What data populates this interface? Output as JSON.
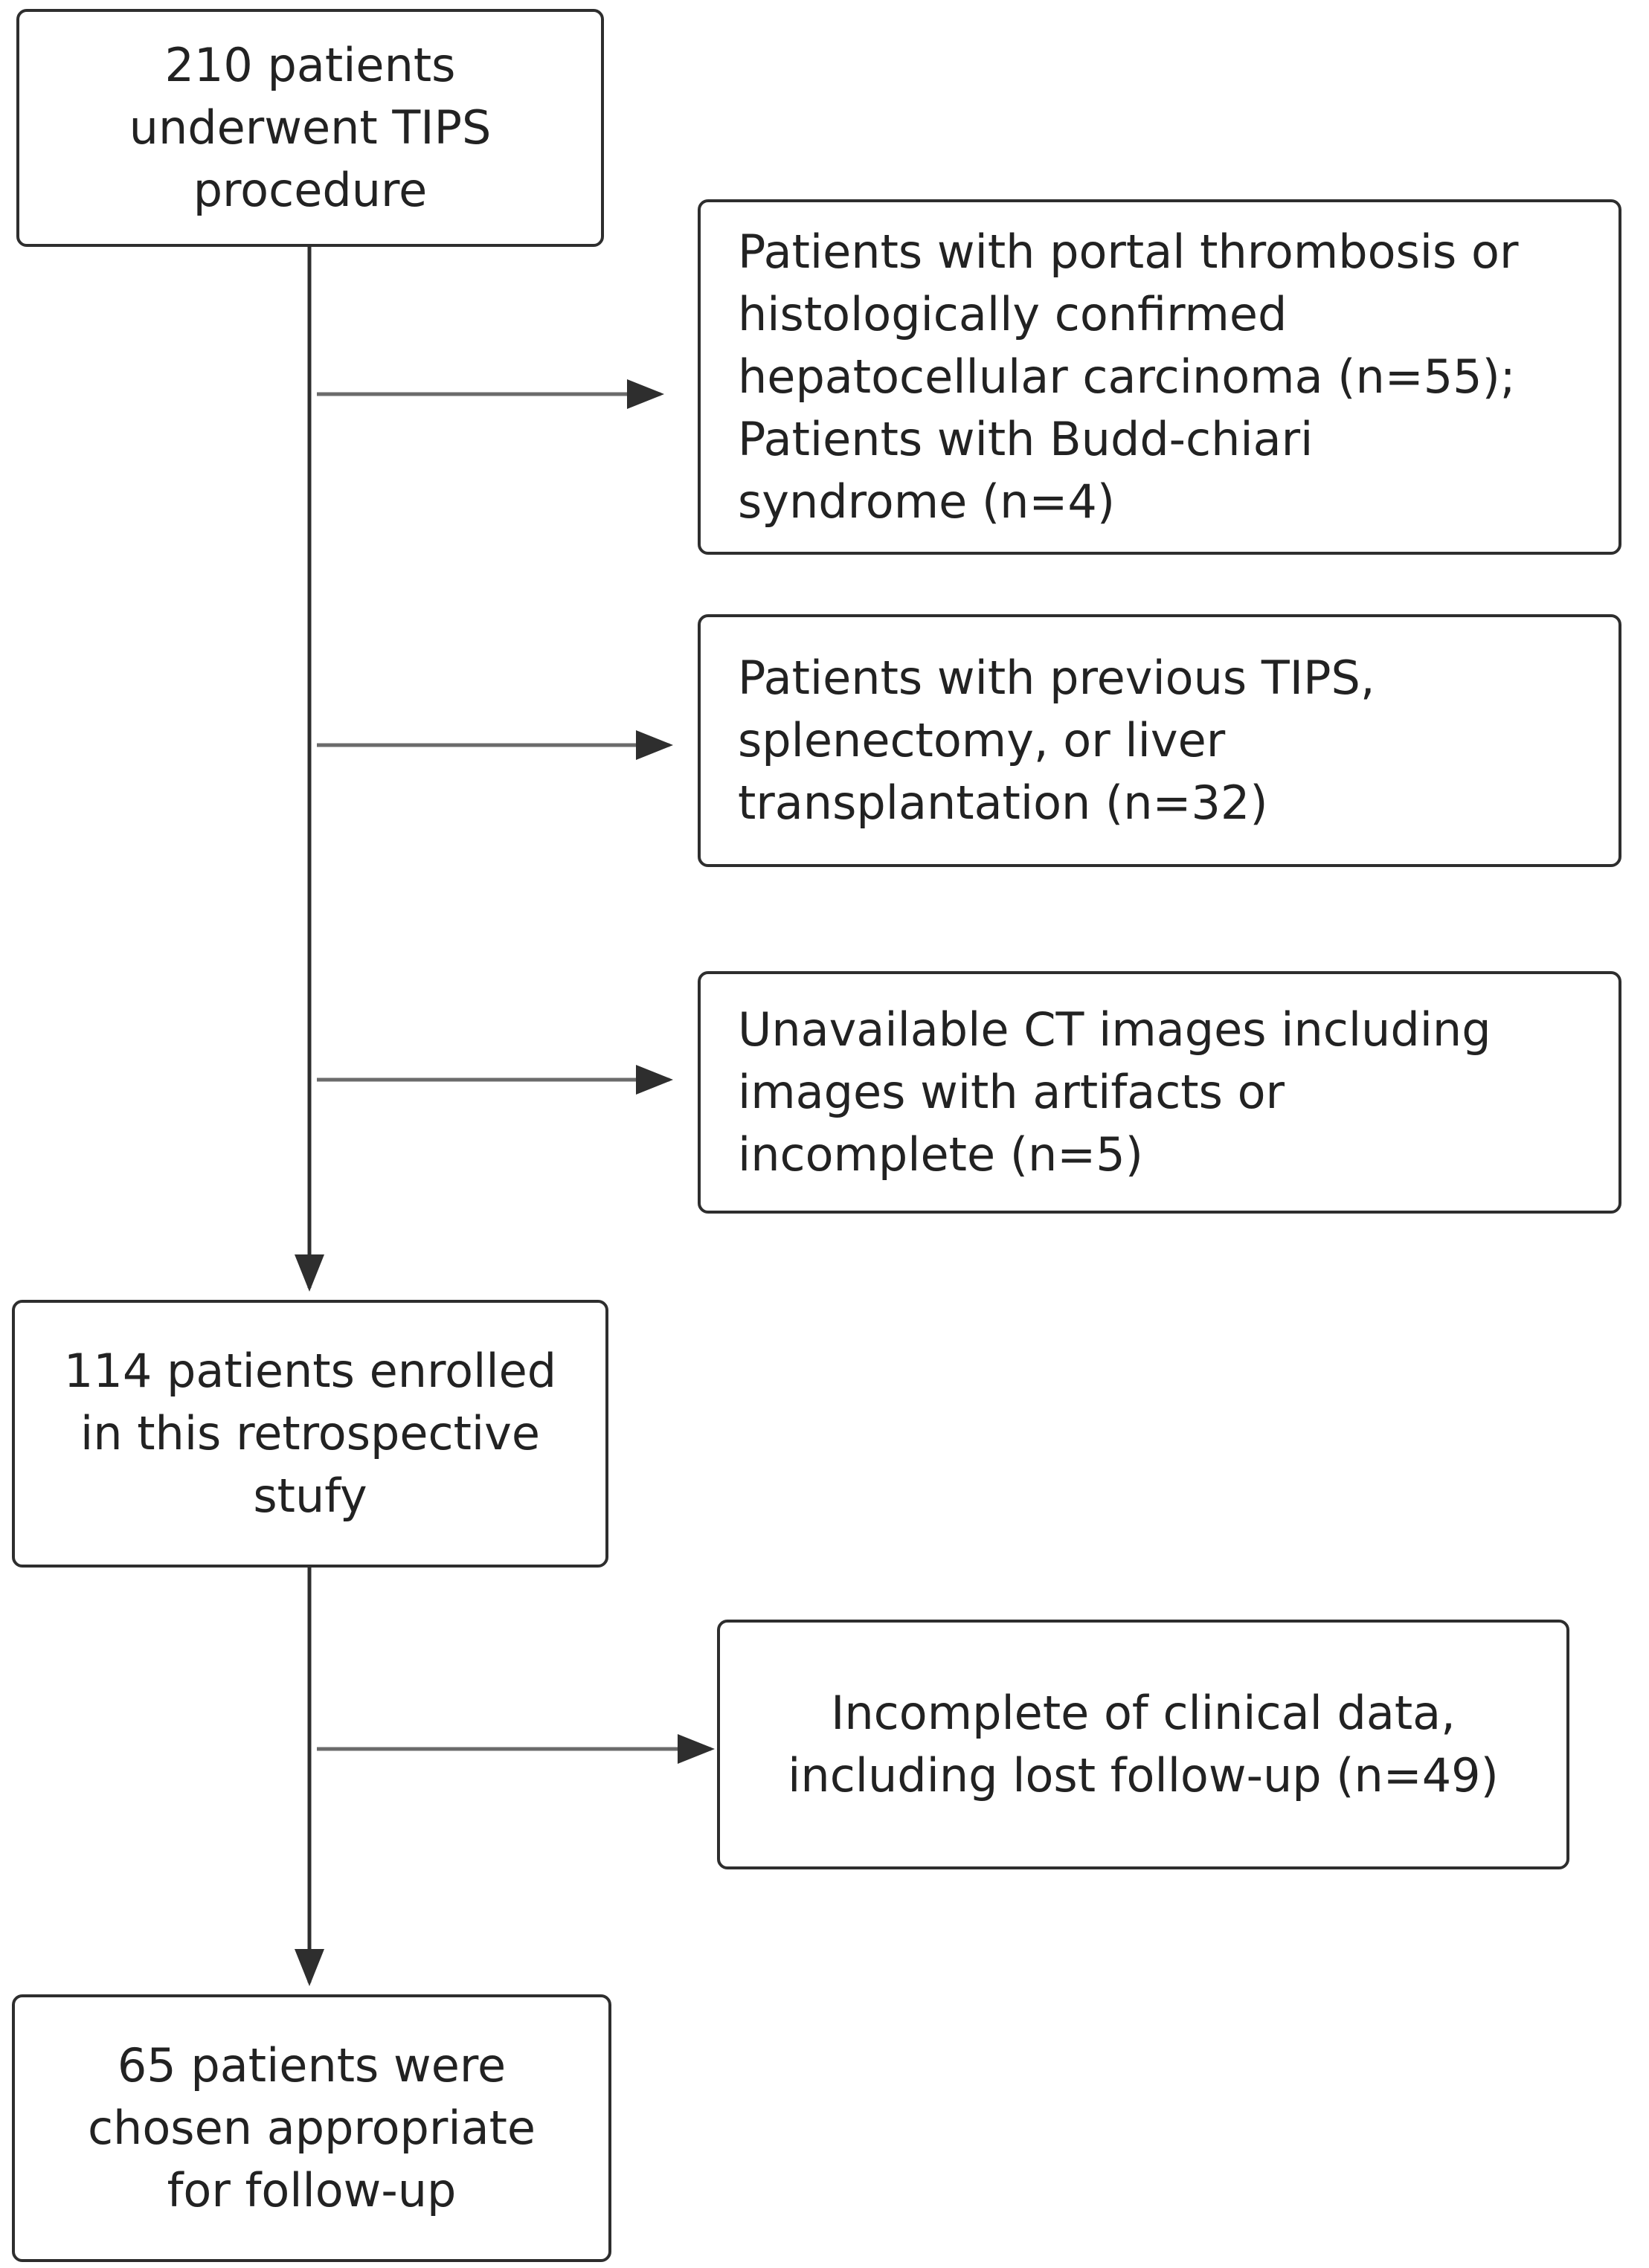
{
  "flowchart": {
    "start": {
      "lines": [
        "210 patients",
        "underwent TIPS",
        "procedure"
      ]
    },
    "exclusions": [
      {
        "lines": [
          "Patients with portal thrombosis or",
          "histologically confirmed",
          "hepatocellular carcinoma (n=55);",
          "Patients with Budd-chiari",
          "syndrome (n=4)"
        ]
      },
      {
        "lines": [
          "Patients with previous TIPS,",
          "splenectomy, or liver",
          "transplantation (n=32)"
        ]
      },
      {
        "lines": [
          "Unavailable CT images including",
          "images with artifacts or",
          "incomplete (n=5)"
        ]
      },
      {
        "lines": [
          "Incomplete of clinical data,",
          "including lost follow-up (n=49)"
        ]
      }
    ],
    "enrolled": {
      "lines": [
        "114 patients enrolled",
        "in this retrospective",
        "stufy"
      ]
    },
    "final": {
      "lines": [
        "65 patients were",
        "chosen appropriate",
        "for follow-up"
      ]
    },
    "colors": {
      "border": "#2e2e2e",
      "arrow": "#2e2e2e",
      "side_line": "#6b6b6b",
      "text": "#222222"
    }
  }
}
